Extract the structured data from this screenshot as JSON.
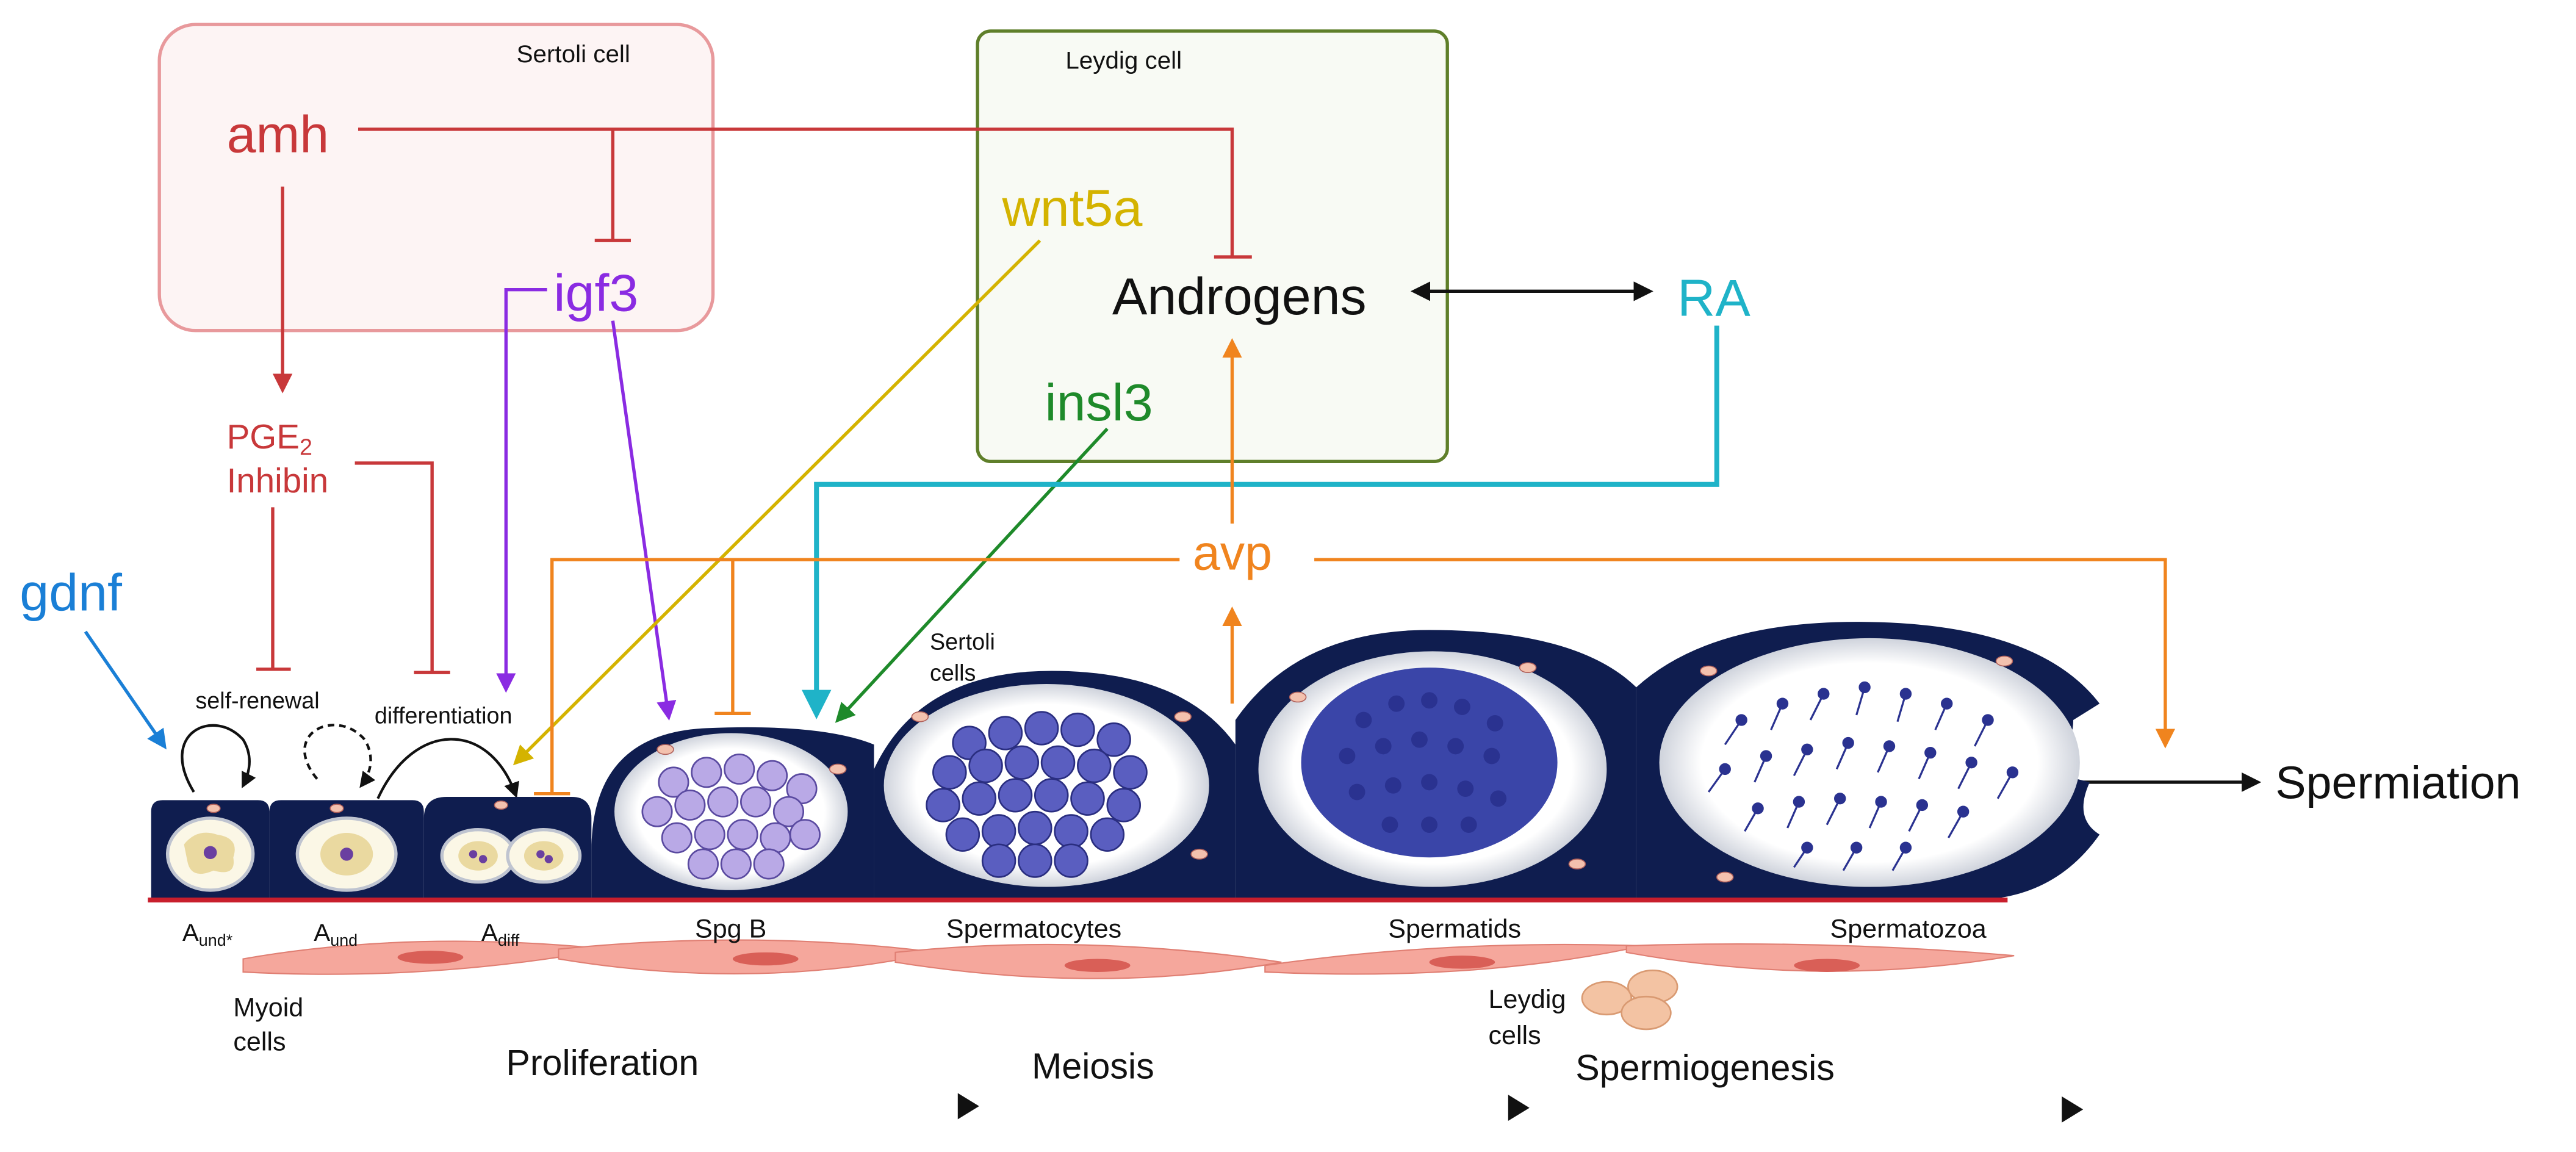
{
  "boxes": {
    "sertoli_title": "Sertoli cell",
    "leydig_title": "Leydig cell"
  },
  "factors": {
    "amh": "amh",
    "igf3": "igf3",
    "pge2": "PGE",
    "pge2_sub": "2",
    "inhibin": "Inhibin",
    "gdnf": "gdnf",
    "wnt5a": "wnt5a",
    "androgens": "Androgens",
    "ra": "RA",
    "insl3": "insl3",
    "avp": "avp"
  },
  "processes": {
    "self_renewal": "self-renewal",
    "differentiation": "differentiation",
    "spermiation": "Spermiation"
  },
  "cells": {
    "sertoli_cells": [
      "Sertoli",
      "cells"
    ],
    "myoid_cells": [
      "Myoid",
      "cells"
    ],
    "leydig_cells": [
      "Leydig",
      "cells"
    ]
  },
  "stages": [
    {
      "main": "A",
      "sub": "und*"
    },
    {
      "main": "A",
      "sub": "und"
    },
    {
      "main": "A",
      "sub": "diff"
    },
    {
      "main": "Spg B",
      "sub": ""
    },
    {
      "main": "Spermatocytes",
      "sub": ""
    },
    {
      "main": "Spermatids",
      "sub": ""
    },
    {
      "main": "Spermatozoa",
      "sub": ""
    }
  ],
  "phases": [
    "Proliferation",
    "Meiosis",
    "Spermiogenesis"
  ],
  "colors": {
    "amh": "#c8383a",
    "igf3": "#8a2be2",
    "gdnf": "#1a7fd6",
    "wnt5a": "#d4b300",
    "insl3": "#1e8a2a",
    "ra": "#1fb3c8",
    "avp": "#f0841e",
    "navy": "#0f1d4f",
    "sertoli_box": "#e8999c",
    "leydig_box": "#5f7f2a"
  }
}
